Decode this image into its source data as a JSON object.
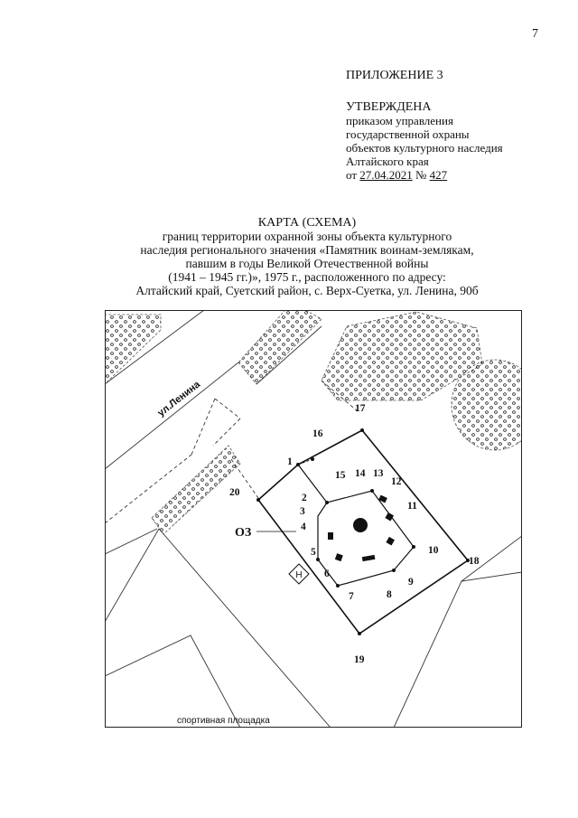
{
  "page_number": "7",
  "appendix": "ПРИЛОЖЕНИЕ 3",
  "approval": {
    "heading": "УТВЕРЖДЕНА",
    "lines": [
      "приказом управления",
      "государственной охраны",
      "объектов культурного наследия",
      "Алтайского края"
    ],
    "date_prefix": "от",
    "date": "27.04.2021",
    "number_sign": "№",
    "number": "427"
  },
  "title": {
    "heading": "КАРТА (СХЕМА)",
    "lines": [
      "границ территории охранной зоны объекта культурного",
      "наследия регионального значения «Памятник воинам-землякам,",
      "павшим в годы Великой Отечественной войны",
      "(1941 – 1945 гг.)», 1975 г., расположенного по адресу:",
      "Алтайский край, Суетский район, с. Верх-Суетка, ул. Ленина, 90б"
    ]
  },
  "map": {
    "street_label": "ул.Ленина",
    "zone_label": "ОЗ",
    "sports_ground_label": "спортивная площадка",
    "marker_label": "Н",
    "points": [
      "1",
      "2",
      "3",
      "4",
      "5",
      "6",
      "7",
      "8",
      "9",
      "10",
      "11",
      "12",
      "13",
      "14",
      "15",
      "16",
      "17",
      "18",
      "19",
      "20"
    ]
  }
}
